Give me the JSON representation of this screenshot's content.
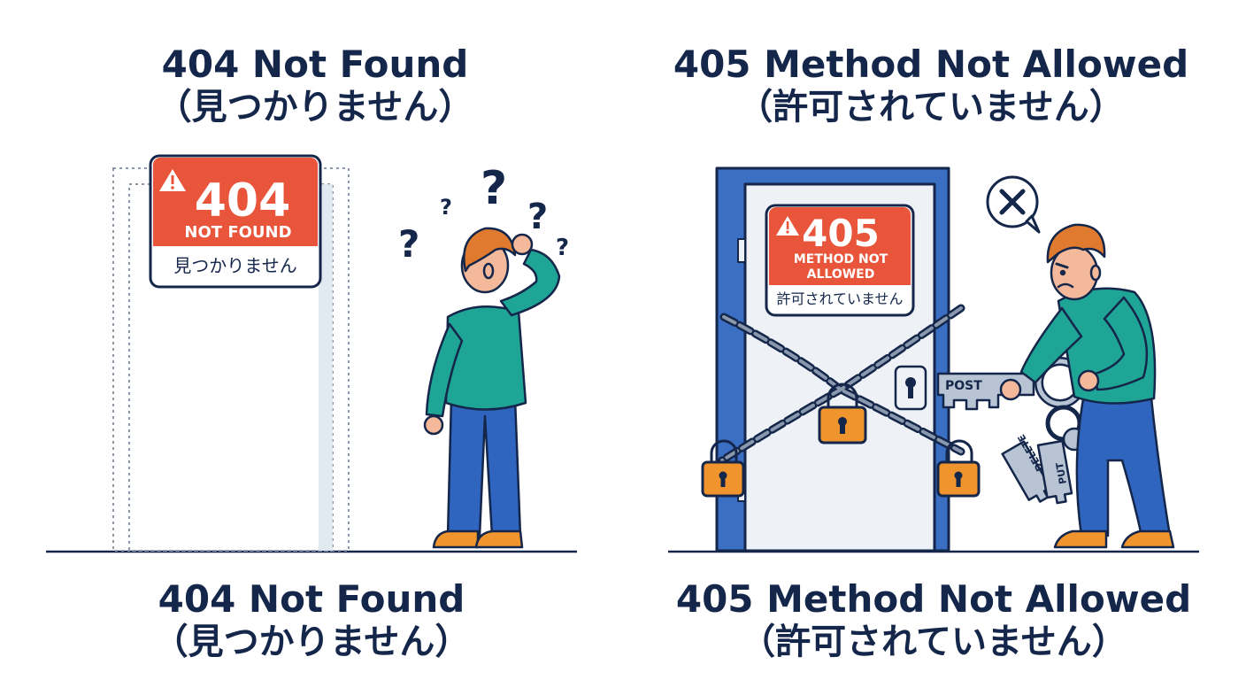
{
  "left_panel": {
    "title_en": "404 Not Found",
    "title_ja": "（見つかりません）",
    "sign": {
      "code": "404",
      "label": "NOT FOUND",
      "japanese": "見つかりません"
    },
    "caption_en": "404 Not Found",
    "caption_ja": "（見つかりません）"
  },
  "right_panel": {
    "title_en": "405 Method Not Allowed",
    "title_ja": "（許可されていません）",
    "sign": {
      "code": "405",
      "label_line1": "METHOD NOT",
      "label_line2": "ALLOWED",
      "japanese": "許可されていません"
    },
    "keys": {
      "post": "POST",
      "delete": "DELETE",
      "put": "PUT"
    },
    "caption_en": "405 Method Not Allowed",
    "caption_ja": "（許可されていません）"
  },
  "colors": {
    "navy": "#14264a",
    "sign_red": "#e8553b",
    "shirt_teal": "#1fa596",
    "pants_blue": "#2f64bf",
    "hair_orange": "#e07a2e",
    "padlock_orange": "#f0952e",
    "door_blue": "#3a6fc4",
    "key_grey": "#b8c4d4"
  }
}
